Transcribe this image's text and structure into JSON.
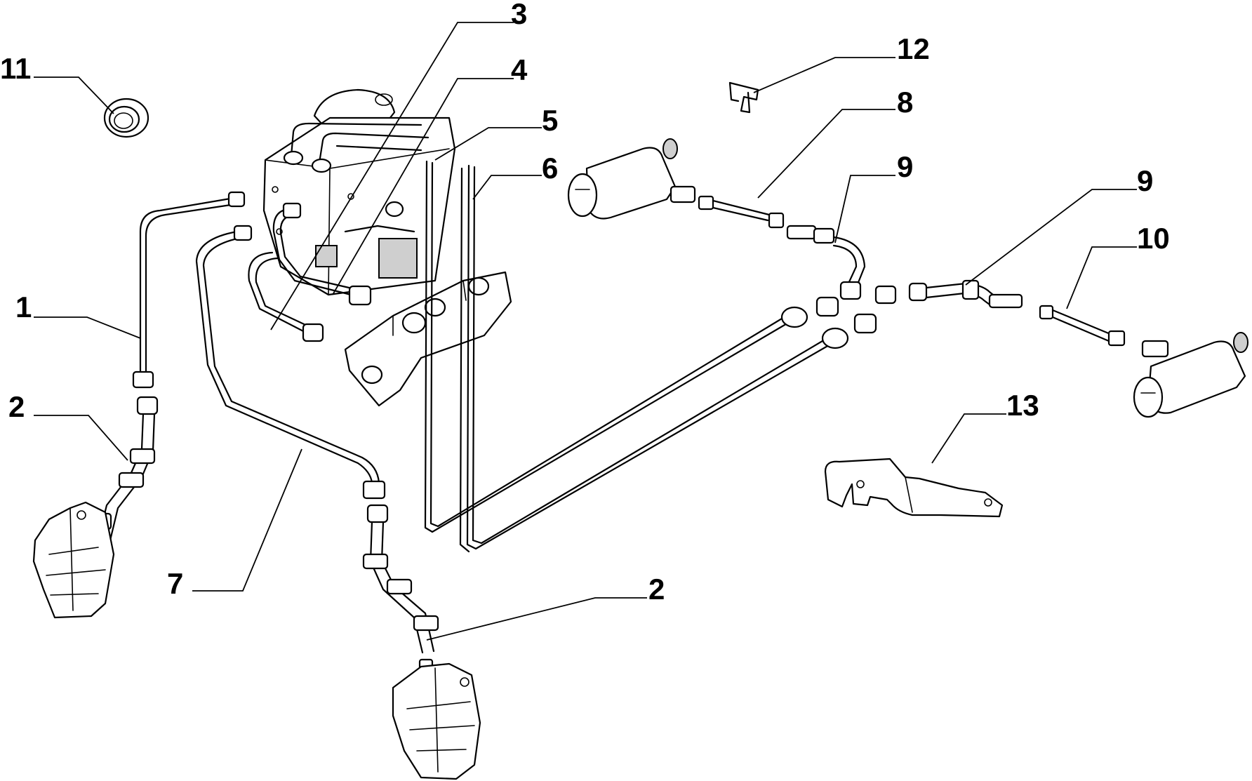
{
  "callouts": {
    "c1": "1",
    "c2a": "2",
    "c2b": "2",
    "c3": "3",
    "c4": "4",
    "c5": "5",
    "c6": "6",
    "c7": "7",
    "c8": "8",
    "c9a": "9",
    "c9b": "9",
    "c10": "10",
    "c11": "11",
    "c12": "12",
    "c13": "13"
  }
}
